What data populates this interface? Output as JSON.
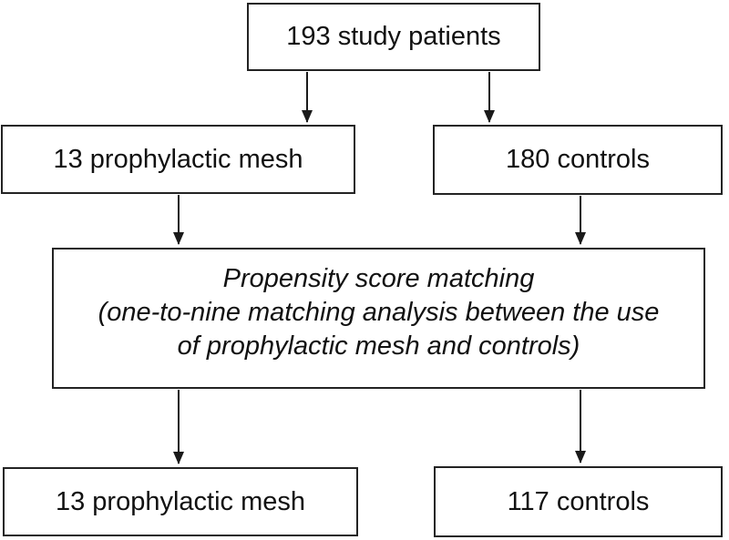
{
  "diagram": {
    "type": "flowchart",
    "background_color": "#ffffff",
    "box_border_color": "#232323",
    "text_color": "#111111",
    "arrow_color": "#1a1a1a",
    "nodes": {
      "study": {
        "label": "193 study patients"
      },
      "mesh_initial": {
        "label": "13 prophylactic mesh"
      },
      "controls_initial": {
        "label": "180 controls"
      },
      "matching": {
        "lines": [
          "Propensity score matching",
          "(one-to-nine matching analysis between the use",
          "of prophylactic mesh and controls)"
        ]
      },
      "mesh_matched": {
        "label": "13 prophylactic mesh"
      },
      "controls_matched": {
        "label": "117 controls"
      }
    },
    "edges": [
      {
        "from": "study",
        "to": "mesh_initial"
      },
      {
        "from": "study",
        "to": "controls_initial"
      },
      {
        "from": "mesh_initial",
        "to": "matching"
      },
      {
        "from": "controls_initial",
        "to": "matching"
      },
      {
        "from": "matching",
        "to": "mesh_matched"
      },
      {
        "from": "matching",
        "to": "controls_matched"
      }
    ]
  }
}
